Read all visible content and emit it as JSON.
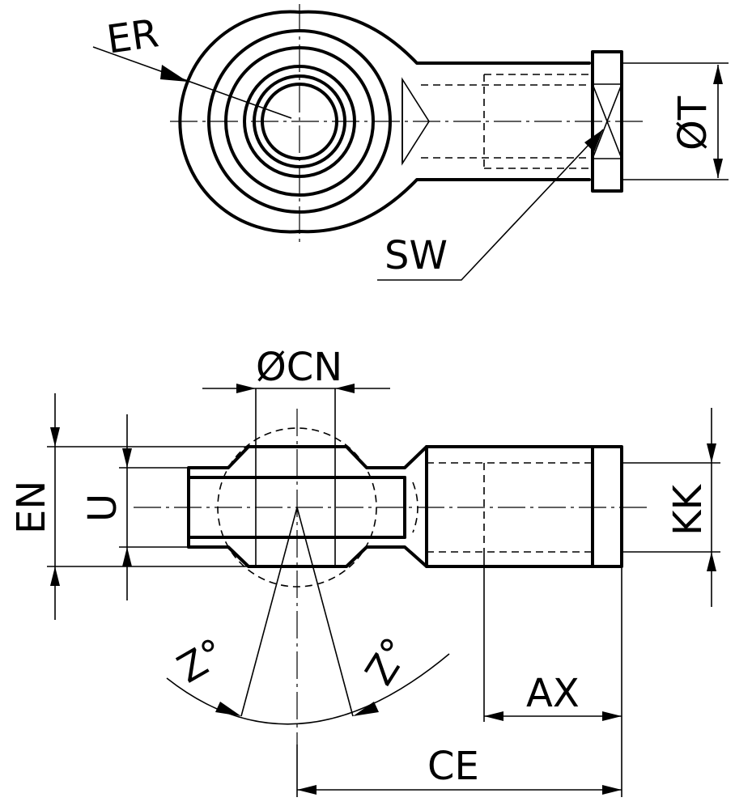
{
  "labels": {
    "er": "ER",
    "sw": "SW",
    "t": "ØT",
    "cn": "ØCN",
    "en": "EN",
    "u": "U",
    "kk": "KK",
    "z_left": "Z°",
    "z_right": "Z°",
    "ax": "AX",
    "ce": "CE"
  }
}
